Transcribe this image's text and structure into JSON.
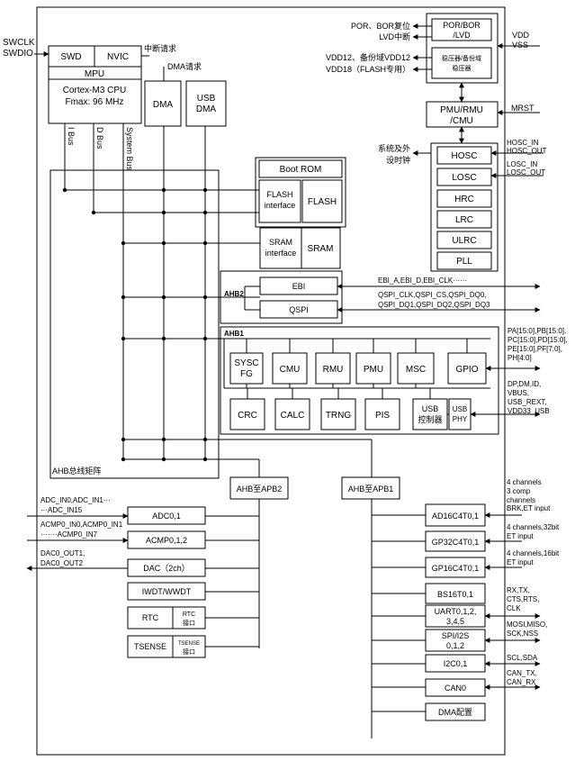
{
  "ext_left": {
    "swclk": "SWCLK",
    "swdio": "SWDIO",
    "adc_in_1": "ADC_IN0,ADC_IN1···",
    "adc_in_2": "···ADC_IN15",
    "acmp_in_1": "ACMP0_IN0,ACMP0_IN1",
    "acmp_in_2": "·······ACMP0_IN7",
    "dac_out_1": "DAC0_OUT1,",
    "dac_out_2": "DAC0_OUT2"
  },
  "cpu": {
    "swd": "SWD",
    "nvic": "NVIC",
    "mpu": "MPU",
    "core": "Cortex-M3 CPU",
    "fmax": "Fmax: 96 MHz",
    "irq_request": "中断请求",
    "dma_request": "DMA请求",
    "ibus": "I Bus",
    "dbus": "D Bus",
    "sysbus": "System Bus"
  },
  "dma": {
    "dma": "DMA",
    "usb_dma_1": "USB",
    "usb_dma_2": "DMA"
  },
  "memory": {
    "boot_rom": "Boot ROM",
    "flash_if_1": "FLASH",
    "flash_if_2": "interface",
    "flash": "FLASH",
    "sram_if_1": "SRAM",
    "sram_if_2": "interface",
    "sram": "SRAM"
  },
  "power": {
    "por_label": "POR、BOR复位",
    "lvd_label": "LVD中断",
    "por_box_1": "POR/BOR",
    "por_box_2": "/LVD",
    "vdd12_label": "VDD12、备份域VDD12",
    "vdd18_label": "VDD18（FLASH专用）",
    "reg_box_1": "稳压器/备份域",
    "reg_box_2": "稳压器",
    "vdd": "VDD",
    "vss": "VSS",
    "pmu_1": "PMU/RMU",
    "pmu_2": "/CMU",
    "mrst": "MRST"
  },
  "clocks": {
    "label_1": "系统及外",
    "label_2": "设时钟",
    "hosc": "HOSC",
    "losc": "LOSC",
    "hrc": "HRC",
    "lrc": "LRC",
    "ulrc": "ULRC",
    "pll": "PLL",
    "hosc_in": "HOSC_IN",
    "hosc_out": "HOSC_OUT",
    "losc_in": "LOSC_IN",
    "losc_out": "LOSC_OUT"
  },
  "ahb2": {
    "title": "AHB2",
    "ebi": "EBI",
    "qspi": "QSPI",
    "ebi_pins": "EBI_A,EBI_D,EBI_CLK······",
    "qspi_pins_1": "QSPI_CLK,QSPI_CS,QSPI_DQ0,",
    "qspi_pins_2": "QSPI_DQ1,QSPI_DQ2,QSPI_DQ3"
  },
  "ahb1": {
    "title": "AHB1",
    "sysc_1": "SYSC",
    "sysc_2": "FG",
    "cmu": "CMU",
    "rmu": "RMU",
    "pmu": "PMU",
    "msc": "MSC",
    "gpio": "GPIO",
    "crc": "CRC",
    "calc": "CALC",
    "trng": "TRNG",
    "pis": "PIS",
    "usb_ctrl_1": "USB",
    "usb_ctrl_2": "控制器",
    "usb_phy_1": "USB",
    "usb_phy_2": "PHY",
    "gpio_pins": [
      "PA[15:0],PB[15:0],",
      "PC[15:0],PD[15:0],",
      "PE[15:0],PF[7:0],",
      "PH[4:0]"
    ],
    "usb_pins": [
      "DP,DM,ID,",
      "VBUS,",
      "USB_REXT,",
      "VDD33_USB"
    ]
  },
  "bus": {
    "matrix": "AHB总线矩阵",
    "apb2": "AHB至APB2",
    "apb1": "AHB至APB1"
  },
  "apb2": {
    "adc": "ADC0,1",
    "acmp": "ACMP0,1,2",
    "dac": "DAC（2ch）",
    "iwdt": "IWDT/WWDT",
    "rtc": "RTC",
    "rtc_if_1": "RTC",
    "rtc_if_2": "接口",
    "tsense": "TSENSE",
    "tsense_if_1": "TSENSE",
    "tsense_if_2": "接口"
  },
  "apb1": {
    "ad16": "AD16C4T0,1",
    "gp32": "GP32C4T0,1",
    "gp16": "GP16C4T0,1",
    "bs16": "BS16T0,1",
    "uart_1": "UART0,1,2,",
    "uart_2": "3,4,5",
    "spi_1": "SPI/I2S",
    "spi_2": "0,1,2",
    "i2c": "I2C0,1",
    "can": "CAN0",
    "dma_cfg": "DMA配置",
    "ad16_pins": [
      "4 channels",
      "3 comp",
      "channels",
      "BRK,ET input"
    ],
    "gp32_pins": [
      "4 channels,32bit",
      "ET input"
    ],
    "gp16_pins": [
      "4 channels,16bit",
      "ET input"
    ],
    "uart_pins": [
      "RX,TX,",
      "CTS,RTS,",
      "CLK"
    ],
    "spi_pins": [
      "MOSI,MISO,",
      "SCK,NSS"
    ],
    "i2c_pins": "SCL,SDA",
    "can_pins": [
      "CAN_TX,",
      "CAN_RX"
    ]
  }
}
